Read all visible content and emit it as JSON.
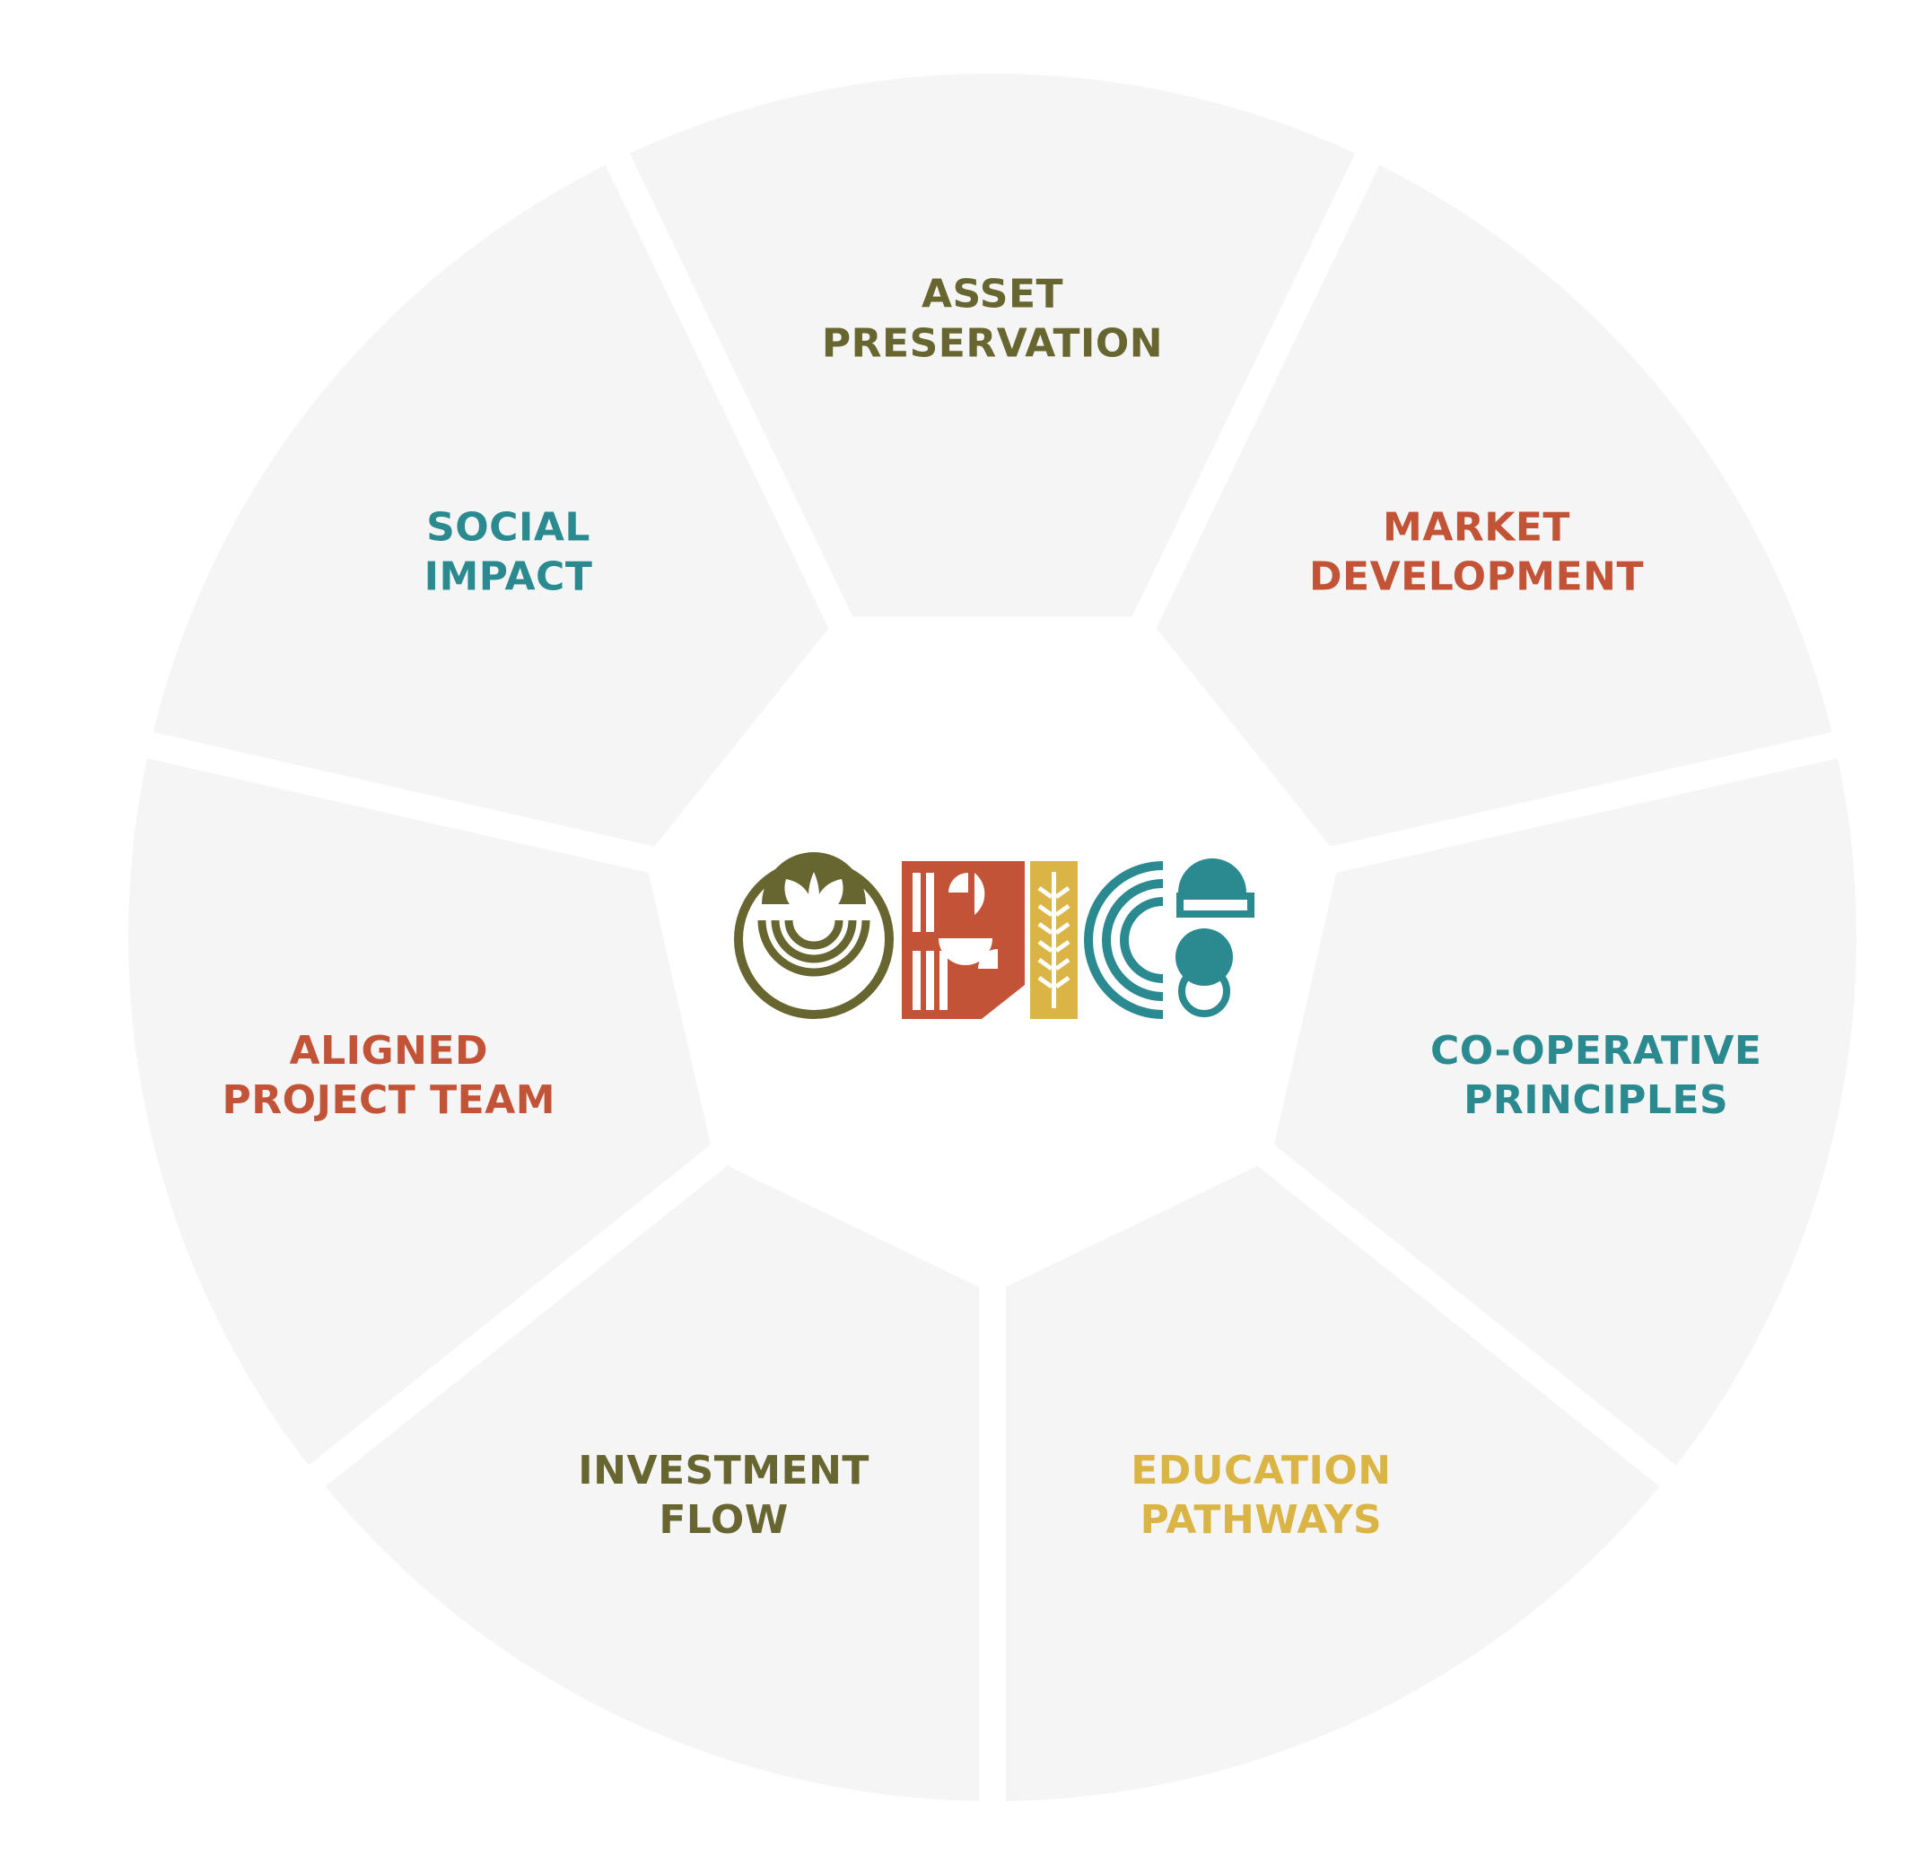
{
  "colors": {
    "olive": "#676630",
    "red": "#c25337",
    "teal": "#2a8a8f",
    "gold": "#dab546",
    "segment_fill": "#f5f5f5",
    "background": "#ffffff"
  },
  "segments": [
    {
      "lines": [
        "ASSET",
        "PRESERVATION"
      ],
      "color": "#676630"
    },
    {
      "lines": [
        "MARKET",
        "DEVELOPMENT"
      ],
      "color": "#c25337"
    },
    {
      "lines": [
        "CO-OPERATIVE",
        "PRINCIPLES"
      ],
      "color": "#2a8a8f"
    },
    {
      "lines": [
        "EDUCATION",
        "PATHWAYS"
      ],
      "color": "#dab546"
    },
    {
      "lines": [
        "INVESTMENT",
        "FLOW"
      ],
      "color": "#676630"
    },
    {
      "lines": [
        "ALIGNED",
        "PROJECT TEAM"
      ],
      "color": "#c25337"
    },
    {
      "lines": [
        "SOCIAL",
        "IMPACT"
      ],
      "color": "#2a8a8f"
    }
  ],
  "logo": {
    "icons": [
      "leaf-emblem-icon",
      "letter-r-icon",
      "wheat-stalk-icon",
      "letter-c-icon",
      "mushroom-figure-icon"
    ]
  }
}
